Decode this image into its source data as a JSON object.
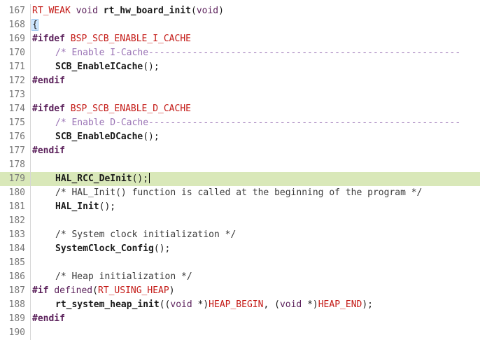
{
  "editor": {
    "lines": [
      {
        "num": "167",
        "parts": [
          {
            "cls": "mac",
            "t": "RT_WEAK "
          },
          {
            "cls": "kw",
            "t": "void "
          },
          {
            "cls": "fn",
            "t": "rt_hw_board_init"
          },
          {
            "cls": "br",
            "t": "("
          },
          {
            "cls": "kw",
            "t": "void"
          },
          {
            "cls": "br",
            "t": ")"
          }
        ]
      },
      {
        "num": "168",
        "parts": [
          {
            "cls": "bracehl",
            "t": "{"
          }
        ]
      },
      {
        "num": "169",
        "parts": [
          {
            "cls": "pp",
            "t": "#ifdef "
          },
          {
            "cls": "mac",
            "t": "BSP_SCB_ENABLE_I_CACHE"
          }
        ]
      },
      {
        "num": "170",
        "indent": true,
        "parts": [
          {
            "cls": "cmd",
            "t": "/* Enable I-Cache---------------------------------------------------------"
          }
        ]
      },
      {
        "num": "171",
        "indent": true,
        "parts": [
          {
            "cls": "fn",
            "t": "SCB_EnableICache"
          },
          {
            "cls": "br",
            "t": "();"
          }
        ]
      },
      {
        "num": "172",
        "parts": [
          {
            "cls": "pp",
            "t": "#endif"
          }
        ]
      },
      {
        "num": "173",
        "parts": []
      },
      {
        "num": "174",
        "parts": [
          {
            "cls": "pp",
            "t": "#ifdef "
          },
          {
            "cls": "mac",
            "t": "BSP_SCB_ENABLE_D_CACHE"
          }
        ]
      },
      {
        "num": "175",
        "indent": true,
        "parts": [
          {
            "cls": "cmd",
            "t": "/* Enable D-Cache---------------------------------------------------------"
          }
        ]
      },
      {
        "num": "176",
        "indent": true,
        "parts": [
          {
            "cls": "fn",
            "t": "SCB_EnableDCache"
          },
          {
            "cls": "br",
            "t": "();"
          }
        ]
      },
      {
        "num": "177",
        "parts": [
          {
            "cls": "pp",
            "t": "#endif"
          }
        ]
      },
      {
        "num": "178",
        "parts": []
      },
      {
        "num": "179",
        "indent": true,
        "current": true,
        "caret": true,
        "parts": [
          {
            "cls": "fn",
            "t": "HAL_RCC_DeInit"
          },
          {
            "cls": "br",
            "t": "();"
          }
        ]
      },
      {
        "num": "180",
        "indent": true,
        "parts": [
          {
            "cls": "cm",
            "t": "/* HAL_Init() function is called at the beginning of the program */"
          }
        ]
      },
      {
        "num": "181",
        "indent": true,
        "parts": [
          {
            "cls": "fn",
            "t": "HAL_Init"
          },
          {
            "cls": "br",
            "t": "();"
          }
        ]
      },
      {
        "num": "182",
        "parts": []
      },
      {
        "num": "183",
        "indent": true,
        "parts": [
          {
            "cls": "cm",
            "t": "/* System clock initialization */"
          }
        ]
      },
      {
        "num": "184",
        "indent": true,
        "parts": [
          {
            "cls": "fn",
            "t": "SystemClock_Config"
          },
          {
            "cls": "br",
            "t": "();"
          }
        ]
      },
      {
        "num": "185",
        "parts": []
      },
      {
        "num": "186",
        "indent": true,
        "parts": [
          {
            "cls": "cm",
            "t": "/* Heap initialization */"
          }
        ]
      },
      {
        "num": "187",
        "parts": [
          {
            "cls": "pp",
            "t": "#if "
          },
          {
            "cls": "kw",
            "t": "defined"
          },
          {
            "cls": "br",
            "t": "("
          },
          {
            "cls": "mac",
            "t": "RT_USING_HEAP"
          },
          {
            "cls": "br",
            "t": ")"
          }
        ]
      },
      {
        "num": "188",
        "indent": true,
        "parts": [
          {
            "cls": "fn",
            "t": "rt_system_heap_init"
          },
          {
            "cls": "br",
            "t": "(("
          },
          {
            "cls": "kw",
            "t": "void "
          },
          {
            "cls": "txt",
            "t": "*)"
          },
          {
            "cls": "mac",
            "t": "HEAP_BEGIN"
          },
          {
            "cls": "txt",
            "t": ", ("
          },
          {
            "cls": "kw",
            "t": "void "
          },
          {
            "cls": "txt",
            "t": "*)"
          },
          {
            "cls": "mac",
            "t": "HEAP_END"
          },
          {
            "cls": "br",
            "t": ");"
          }
        ]
      },
      {
        "num": "189",
        "parts": [
          {
            "cls": "pp",
            "t": "#endif"
          }
        ]
      },
      {
        "num": "190",
        "parts": []
      }
    ]
  },
  "colors": {
    "current_line_bg": "#d9e8b9",
    "macro": "#c41a16",
    "keyword": "#5a1f5a",
    "doc_comment": "#9a73b5",
    "line_number": "#777777"
  }
}
